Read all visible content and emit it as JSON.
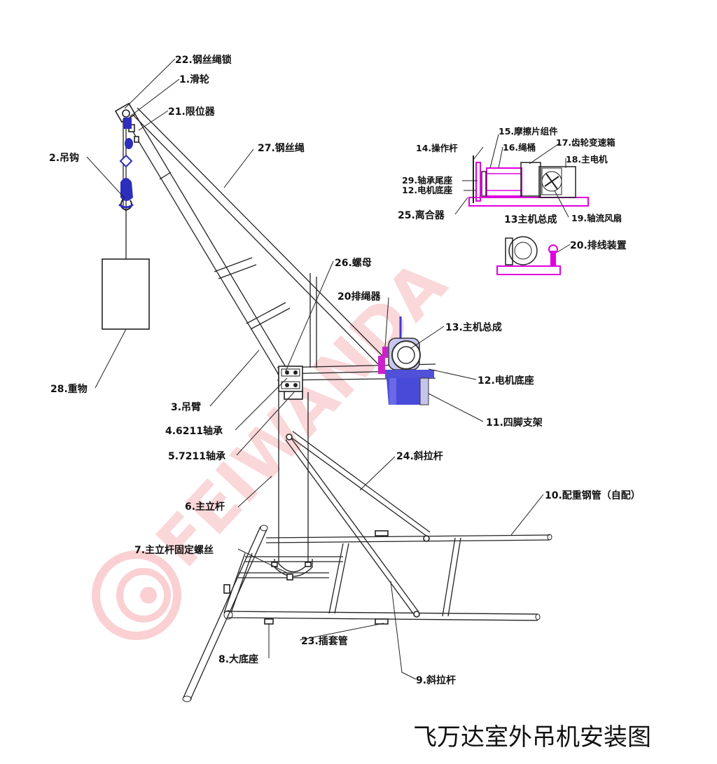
{
  "title": "飞万达室外吊机安装图",
  "watermark": "FEIWANDA",
  "colors": {
    "line": "#222222",
    "motor": "#3a3ad6",
    "inset": "#e000e0",
    "watermark": "#f28a90"
  },
  "labels": {
    "l22": "22.钢丝绳锁",
    "l1": "1.滑轮",
    "l21": "21.限位器",
    "l2": "2.吊钩",
    "l27": "27.钢丝绳",
    "l28": "28.重物",
    "l3": "3.吊臂",
    "l4": "4.6211轴承",
    "l5": "5.7211轴承",
    "l26": "26.螺母",
    "l20a": "20排绳器",
    "l13": "13.主机总成",
    "l12": "12.电机底座",
    "l11": "11.四脚支架",
    "l24": "24.斜拉杆",
    "l10": "10.配重钢管（自配）",
    "l6": "6.主立杆",
    "l7": "7.主立杆固定螺丝",
    "l23": "23.插套管",
    "l8": "8.大底座",
    "l9": "9.斜拉杆"
  },
  "inset": {
    "l14": "14.操作杆",
    "l15": "15.摩擦片组件",
    "l16": "16.绳桶",
    "l17": "17.齿轮变速箱",
    "l18": "18.主电机",
    "l29": "29.轴承尾座",
    "l12b": "12.电机底座",
    "l25": "25.离合器",
    "l13b": "13主机总成",
    "l19": "19.轴流风扇",
    "l20b": "20.排线装置"
  }
}
